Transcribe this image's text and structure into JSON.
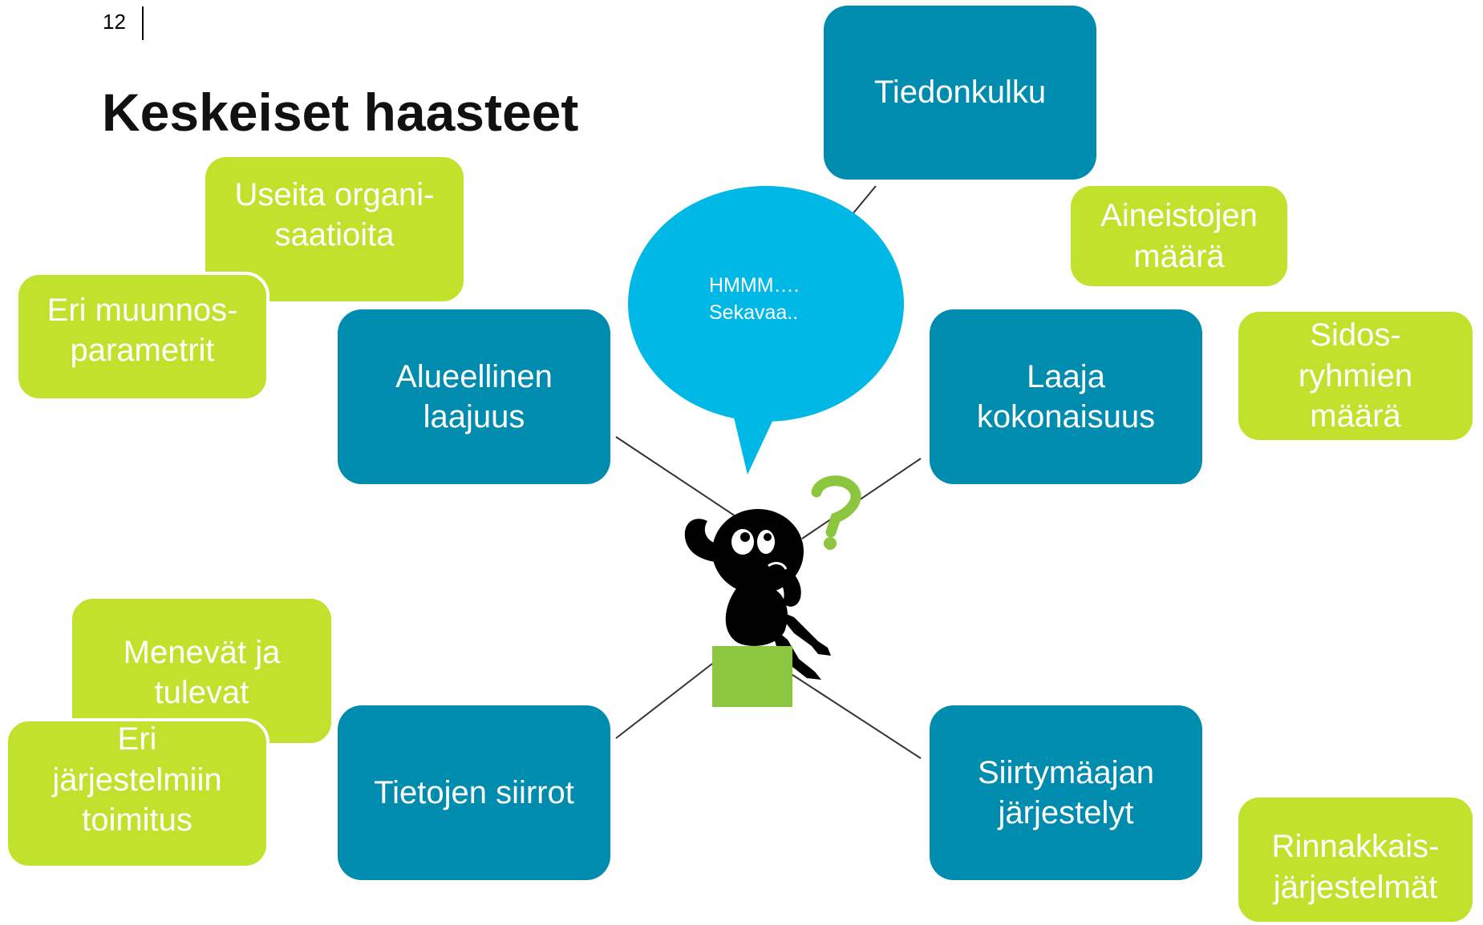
{
  "page": {
    "number": "12",
    "title": "Keskeiset haasteet"
  },
  "speech_bubble": {
    "text": "HMMM….\nSekavaa.."
  },
  "main_topics": [
    "Tiedonkulku",
    "Alueellinen\nlaajuus",
    "Laaja\nkokonaisuus",
    "Tietojen siirrot",
    "Siirtymäajan\njärjestelyt"
  ],
  "sub_topics": [
    "Useita organi-\nsaatioita",
    "Eri muunnos-\nparametrit",
    "Aineistojen\nmäärä",
    "Sidos-\nryhmien\nmäärä",
    "Menevät ja\ntulevat",
    "Eri\njärjestelmiin\ntoimitus",
    "Rinnakkais-\njärjestelmät"
  ],
  "colors": {
    "main_box": "#008caf",
    "sub_box": "#c1e22c",
    "bubble": "#00b8e6",
    "figure": "#000000",
    "seat": "#8cc63f",
    "question_mark": "#8cc63f"
  },
  "icons": [
    "thinking-figure-icon",
    "question-mark-icon",
    "speech-bubble-icon"
  ]
}
